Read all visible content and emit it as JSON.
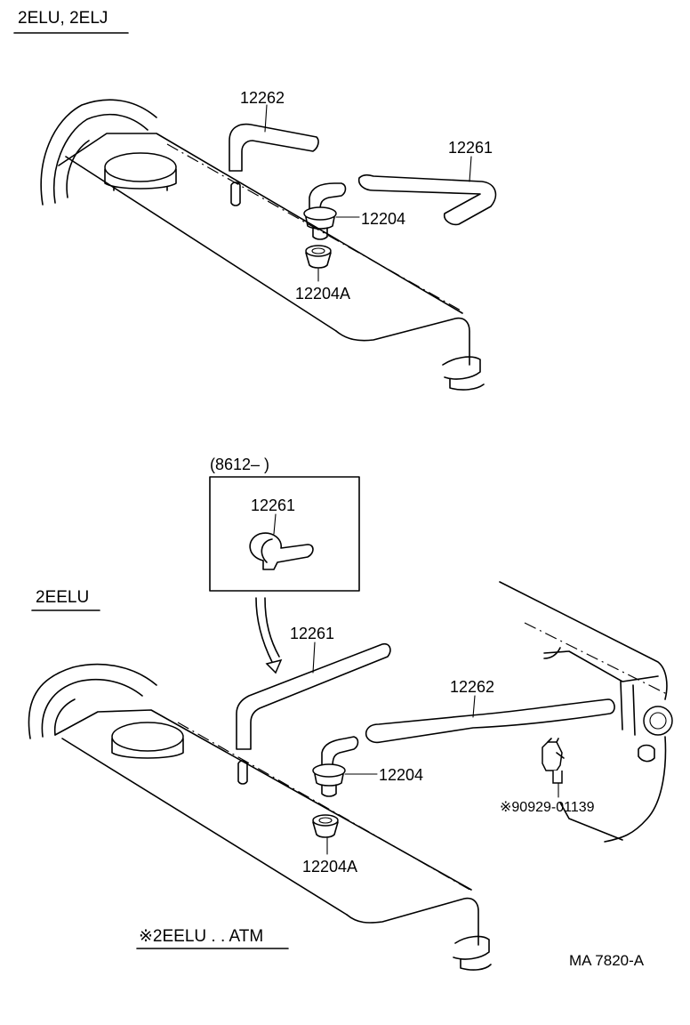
{
  "sections": {
    "top": {
      "title": "2ELU, 2ELJ"
    },
    "bottom": {
      "title": "2EELU",
      "note": "※2EELU . . ATM"
    }
  },
  "inset": {
    "label": "(8612–       )",
    "part": "12261"
  },
  "parts": {
    "top_hose_12262": "12262",
    "top_hose_12261": "12261",
    "top_valve_12204": "12204",
    "top_grommet_12204a": "12204A",
    "bottom_hose_12261": "12261",
    "bottom_hose_12262": "12262",
    "bottom_valve_12204": "12204",
    "bottom_grommet_12204a": "12204A",
    "bottom_vsv": "※90929-01139"
  },
  "figure_code": "MA  7820-A"
}
